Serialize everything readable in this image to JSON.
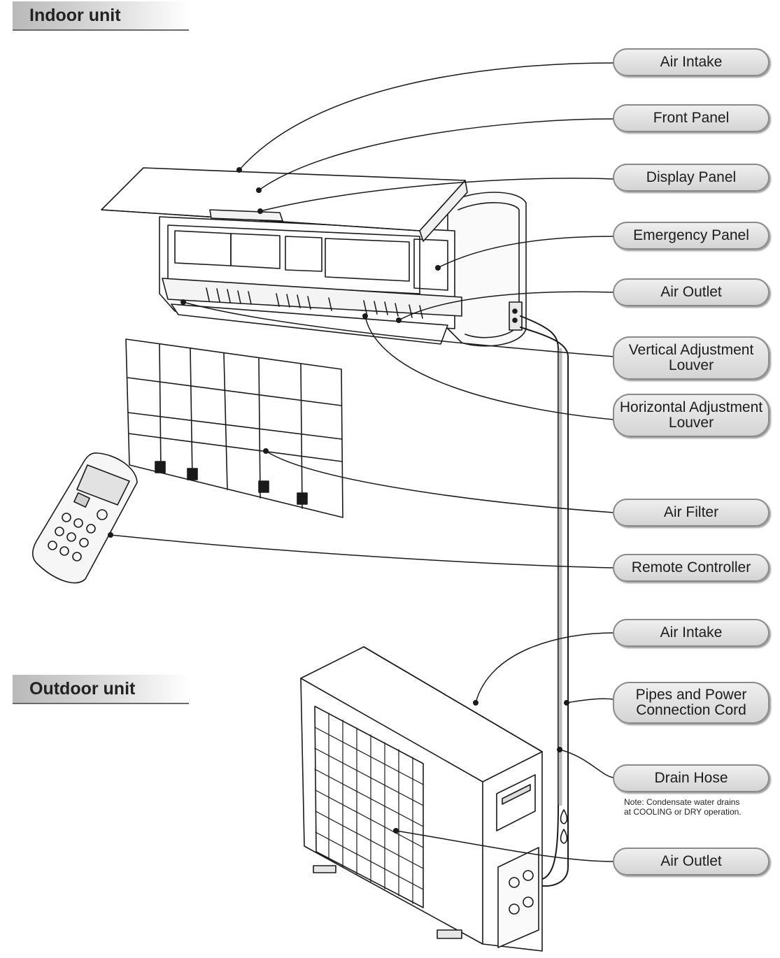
{
  "sections": {
    "indoor": "Indoor unit",
    "outdoor": "Outdoor unit"
  },
  "labels": {
    "air_intake_indoor": "Air Intake",
    "front_panel": "Front Panel",
    "display_panel": "Display Panel",
    "emergency_panel": "Emergency Panel",
    "air_outlet_indoor": "Air Outlet",
    "vertical_louver_1": "Vertical Adjustment",
    "vertical_louver_2": "Louver",
    "horizontal_louver_1": "Horizontal Adjustment",
    "horizontal_louver_2": "Louver",
    "air_filter": "Air Filter",
    "remote_controller": "Remote Controller",
    "air_intake_outdoor": "Air Intake",
    "pipes_1": "Pipes and Power",
    "pipes_2": "Connection Cord",
    "drain_hose": "Drain Hose",
    "air_outlet_outdoor": "Air Outlet"
  },
  "note": {
    "line1": "Note: Condensate water drains",
    "line2": "at COOLING or DRY operation."
  },
  "colors": {
    "line": "#1a1a1a",
    "pill_fill": "#dedede",
    "pill_border": "#8a8a8a"
  }
}
